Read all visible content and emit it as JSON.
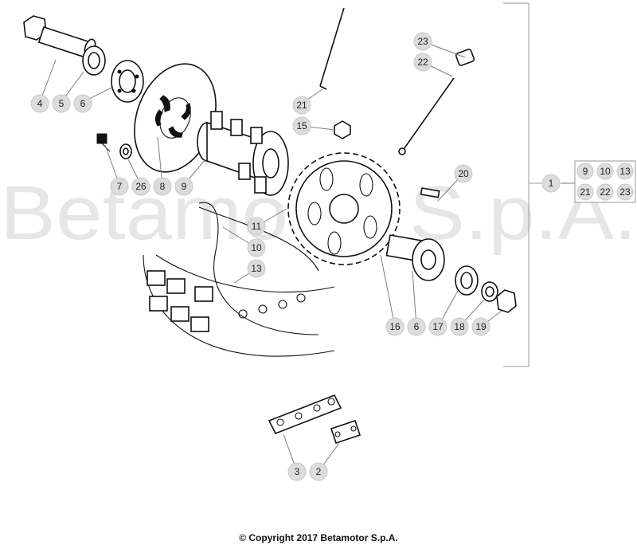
{
  "watermark": "Betamotor S.p.A.",
  "copyright": "© Copyright 2017 Betamotor S.p.A.",
  "callouts": {
    "c4": "4",
    "c5": "5",
    "c6a": "6",
    "c7": "7",
    "c26": "26",
    "c8": "8",
    "c9": "9",
    "c23": "23",
    "c22": "22",
    "c21": "21",
    "c15": "15",
    "c11": "11",
    "c10": "10",
    "c13": "13",
    "c20": "20",
    "c1": "1",
    "c16": "16",
    "c6b": "6",
    "c17": "17",
    "c18": "18",
    "c19": "19",
    "c3": "3",
    "c2": "2"
  },
  "kit_box": [
    "9",
    "10",
    "13",
    "21",
    "22",
    "23"
  ]
}
